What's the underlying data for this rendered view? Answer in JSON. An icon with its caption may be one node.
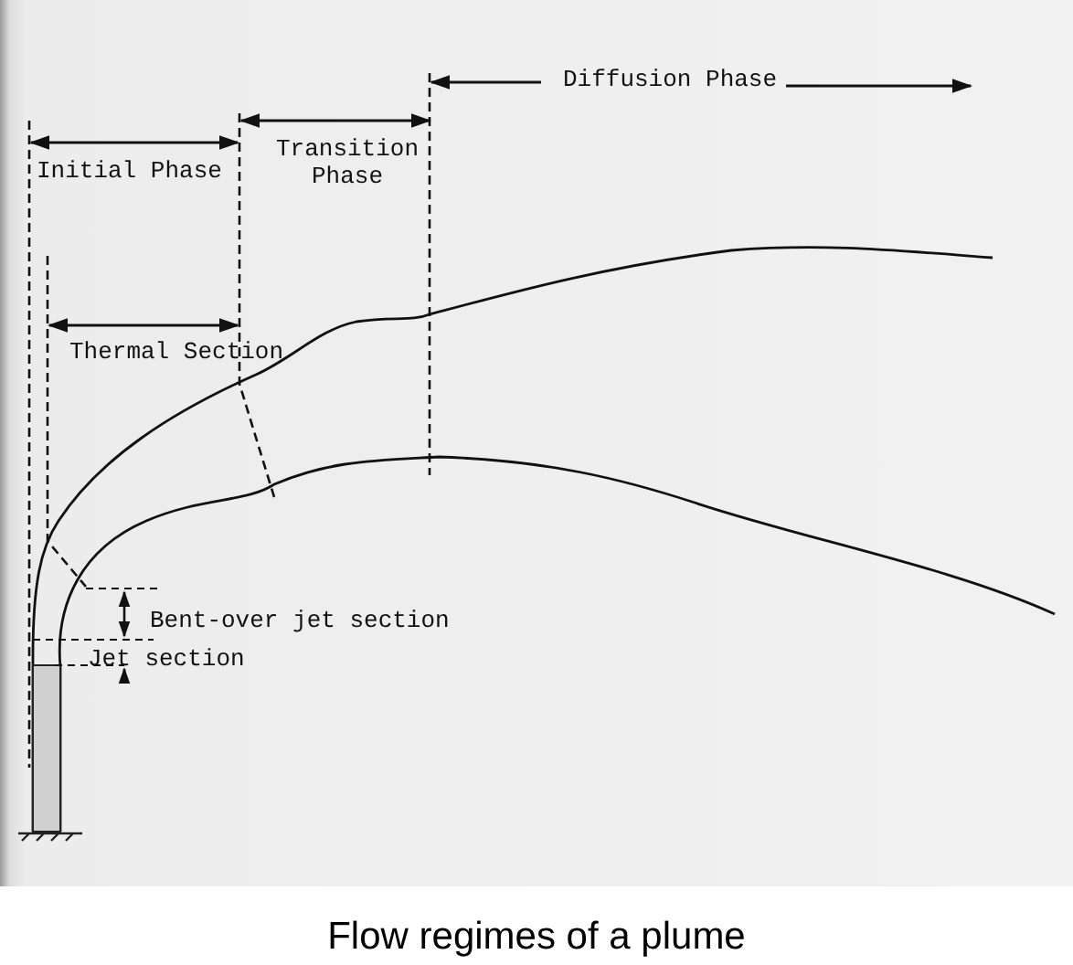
{
  "diagram": {
    "caption": "Flow regimes of a plume",
    "labels": [
      "Diffusion Phase",
      "Transition Phase",
      "Initial Phase",
      "Thermal Section",
      "Bent-over jet section",
      "Jet section"
    ]
  }
}
